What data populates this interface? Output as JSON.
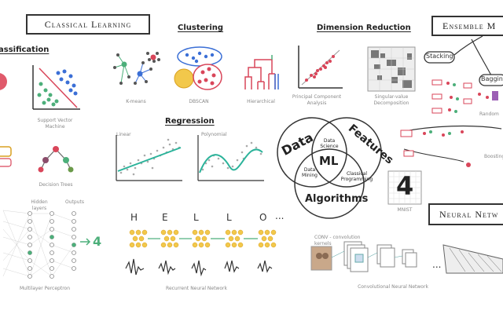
{
  "titles": {
    "classical": "Classical Learning",
    "ensemble": "Ensemble M",
    "neural": "Neural Netw"
  },
  "sections": {
    "classification": "assification",
    "clustering": "Clustering",
    "dimred": "Dimension Reduction",
    "regression": "Regression"
  },
  "captions": {
    "kmeans": "K-means",
    "dbscan": "DBSCAN",
    "hierarchical": "Hierarchical",
    "pca": "Principal Component Analysis",
    "svd": "Singular-value Decomposition",
    "svm": "Support Vector Machine",
    "trees": "Decision Trees",
    "linear": "Linear",
    "polynomial": "Polynomial",
    "mlp": "Multilayer Perceptron",
    "rnn": "Recurrent Neural Network",
    "cnn": "Convolutional Neural Network",
    "mnist": "MNIST",
    "random": "Random",
    "boosting": "Boosting",
    "hidden": "Hidden layers",
    "outputs": "Outputs",
    "cnn_top": "CONV - convolution kernels"
  },
  "ensemble": {
    "stacking": "Stacking",
    "bagging": "Baggin"
  },
  "venn": {
    "data": "Data",
    "features": "Features",
    "algorithms": "Algorithms",
    "ml": "ML",
    "data_science": "Data Science",
    "data_mining": "Data Mining",
    "classical_programming": "Classical Programming"
  },
  "rnn_letters": [
    "H",
    "E",
    "L",
    "L",
    "O"
  ],
  "rnn_more": "...",
  "cnn_more": "...",
  "mlp_output": "4",
  "mnist_digit": "4",
  "colors": {
    "ink": "#333333",
    "green": "#4caf7a",
    "blue": "#3b6fd6",
    "red": "#d9465a",
    "yellow": "#f2c84b",
    "gray": "#999999"
  }
}
